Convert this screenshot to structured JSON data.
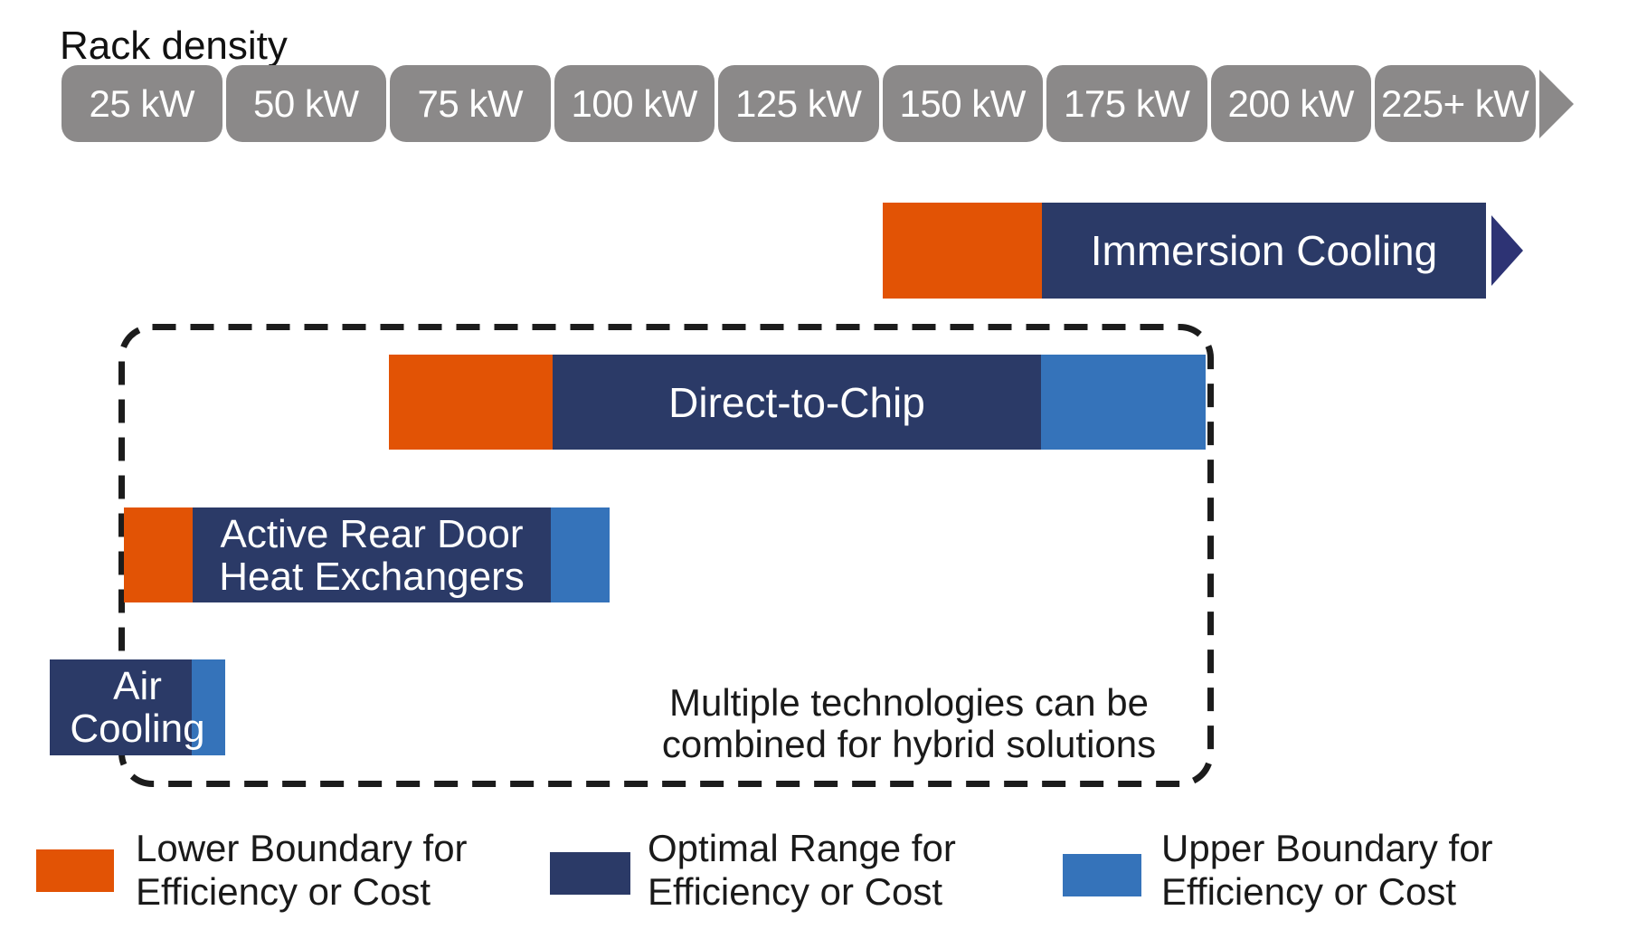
{
  "header": {
    "rack_density_label": "Rack density"
  },
  "scale": {
    "boxes": [
      "25 kW",
      "50 kW",
      "75 kW",
      "100 kW",
      "125 kW",
      "150 kW",
      "175 kW",
      "200 kW",
      "225+ kW"
    ],
    "arrow_icon": "right-arrow"
  },
  "bars": {
    "immersion": {
      "label": "Immersion Cooling",
      "arrow_icon": "right-arrow"
    },
    "direct_to_chip": {
      "label": "Direct-to-Chip"
    },
    "ardhe": {
      "line1": "Active Rear Door",
      "line2": "Heat Exchangers"
    },
    "air": {
      "line1": "Air",
      "line2": "Cooling"
    }
  },
  "note": {
    "line1": "Multiple technologies can be",
    "line2": "combined for hybrid solutions"
  },
  "legend": {
    "lower": {
      "line1": "Lower Boundary for",
      "line2": "Efficiency or Cost",
      "color": "#E25305"
    },
    "optimal": {
      "line1": "Optimal Range for",
      "line2": "Efficiency or Cost",
      "color": "#2B3A67"
    },
    "upper": {
      "line1": "Upper Boundary for",
      "line2": "Efficiency or Cost",
      "color": "#3573BA"
    }
  },
  "colors": {
    "lower_boundary_orange": "#E25305",
    "optimal_range_navy": "#2B3A67",
    "upper_boundary_blue": "#3573BA",
    "scale_gray": "#8B8989",
    "immersion_arrow_navy": "#2D3374",
    "text_black": "#1a1a1a",
    "dashed_border": "#1c1c1c",
    "background": "#ffffff"
  },
  "chart_data": {
    "type": "bar",
    "subtype": "horizontal-range-bars",
    "title": "Rack density",
    "x_axis": {
      "label": "Rack density",
      "unit": "kW",
      "tick_labels": [
        "25 kW",
        "50 kW",
        "75 kW",
        "100 kW",
        "125 kW",
        "150 kW",
        "175 kW",
        "200 kW",
        "225+ kW"
      ],
      "range_kw": [
        25,
        225
      ],
      "open_ended": true,
      "grid": false
    },
    "legend_entries": [
      "Lower Boundary for Efficiency or Cost",
      "Optimal Range for Efficiency or Cost",
      "Upper Boundary for Efficiency or Cost"
    ],
    "legend_position": "bottom",
    "series": [
      {
        "name": "Immersion Cooling",
        "lower_boundary_kw": [
          150,
          175
        ],
        "optimal_range_kw": [
          175,
          245
        ],
        "upper_boundary_kw": null,
        "open_ended_arrow": true
      },
      {
        "name": "Direct-to-Chip",
        "lower_boundary_kw": [
          75,
          100
        ],
        "optimal_range_kw": [
          100,
          175
        ],
        "upper_boundary_kw": [
          175,
          200
        ],
        "open_ended_arrow": false
      },
      {
        "name": "Active Rear Door Heat Exchangers",
        "lower_boundary_kw": [
          35,
          45
        ],
        "optimal_range_kw": [
          45,
          100
        ],
        "upper_boundary_kw": [
          100,
          110
        ],
        "open_ended_arrow": false
      },
      {
        "name": "Air Cooling",
        "lower_boundary_kw": null,
        "optimal_range_kw": [
          22,
          45
        ],
        "upper_boundary_kw": [
          45,
          50
        ],
        "open_ended_arrow": false
      }
    ],
    "annotation": "Multiple technologies can be combined for hybrid solutions",
    "annotation_scope": [
      "Air Cooling",
      "Active Rear Door Heat Exchangers",
      "Direct-to-Chip"
    ]
  }
}
